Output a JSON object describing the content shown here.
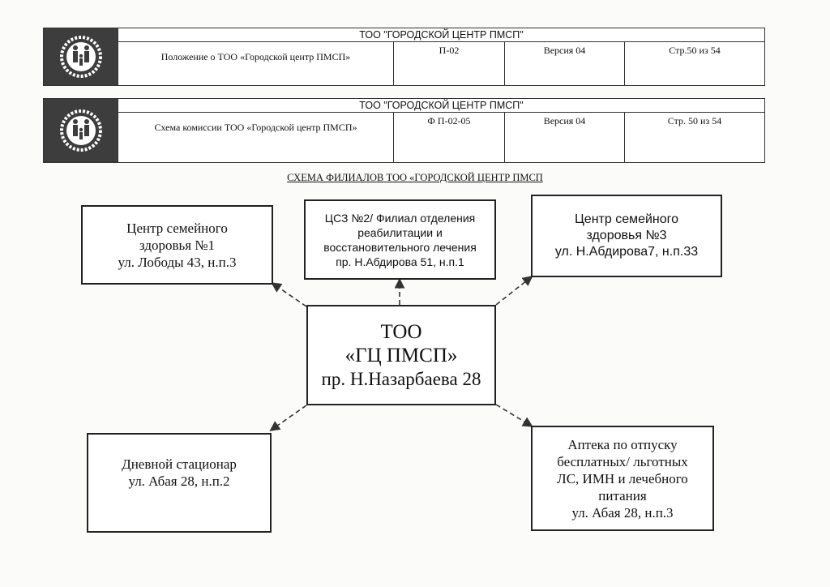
{
  "header1": {
    "org": "ТОО \"ГОРОДСКОЙ ЦЕНТР ПМСП\"",
    "doc": "Положение о ТОО «Городской центр ПМСП»",
    "code": "П-02",
    "version": "Версия  04",
    "page": "Стр.50 из 54"
  },
  "header2": {
    "org": "ТОО \"ГОРОДСКОЙ ЦЕНТР ПМСП\"",
    "doc": "Схема комиссии ТОО «Городской центр ПМСП»",
    "code": "Ф П-02-05",
    "version": "Версия 04",
    "page": "Стр. 50 из 54"
  },
  "diagram_title": "СХЕМА ФИЛИАЛОВ ТОО «ГОРОДСКОЙ ЦЕНТР ПМСП",
  "center": {
    "line1": "ТОО",
    "line2": "«ГЦ ПМСП»",
    "line3": "пр. Н.Назарбаева 28"
  },
  "branch1": {
    "line1": "Центр семейного",
    "line2": "здоровья №1",
    "line3": "ул. Лободы 43, н.п.3"
  },
  "branch2": {
    "line1": "ЦСЗ №2/ Филиал отделения",
    "line2": "реабилитации и",
    "line3": "восстановительного лечения",
    "line4": "пр. Н.Абдирова 51, н.п.1"
  },
  "branch3": {
    "line1": "Центр семейного",
    "line2": "здоровья №3",
    "line3": "ул. Н.Абдирова7, н.п.33"
  },
  "branch4": {
    "line1": "Дневной стационар",
    "line2": "ул. Абая 28, н.п.2"
  },
  "branch5": {
    "line1": "Аптека по отпуску",
    "line2": "бесплатных/ льготных",
    "line3": "ЛС, ИМН и лечебного",
    "line4": "питания",
    "line5": "ул. Абая 28, н.п.3"
  }
}
